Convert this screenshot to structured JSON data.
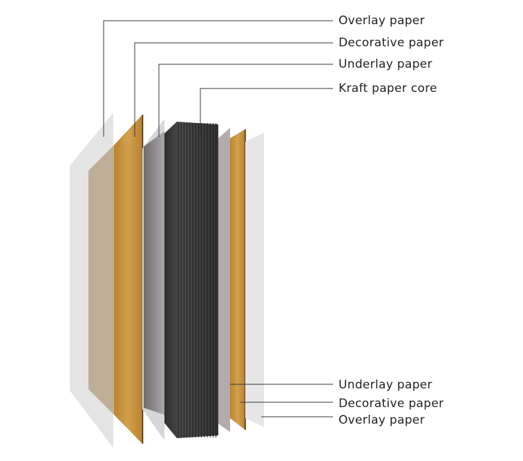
{
  "labels_top": [
    "Overlay paper",
    "Decorative paper",
    "Underlay paper",
    "Kraft paper core"
  ],
  "labels_bottom": [
    "Underlay paper",
    "Decorative paper",
    "Overlay paper"
  ],
  "colors": {
    "overlay": "#e6e6e6",
    "decorative": "#c8943f",
    "underlay": "#8a8a8a",
    "core": "#3a3a3a"
  }
}
